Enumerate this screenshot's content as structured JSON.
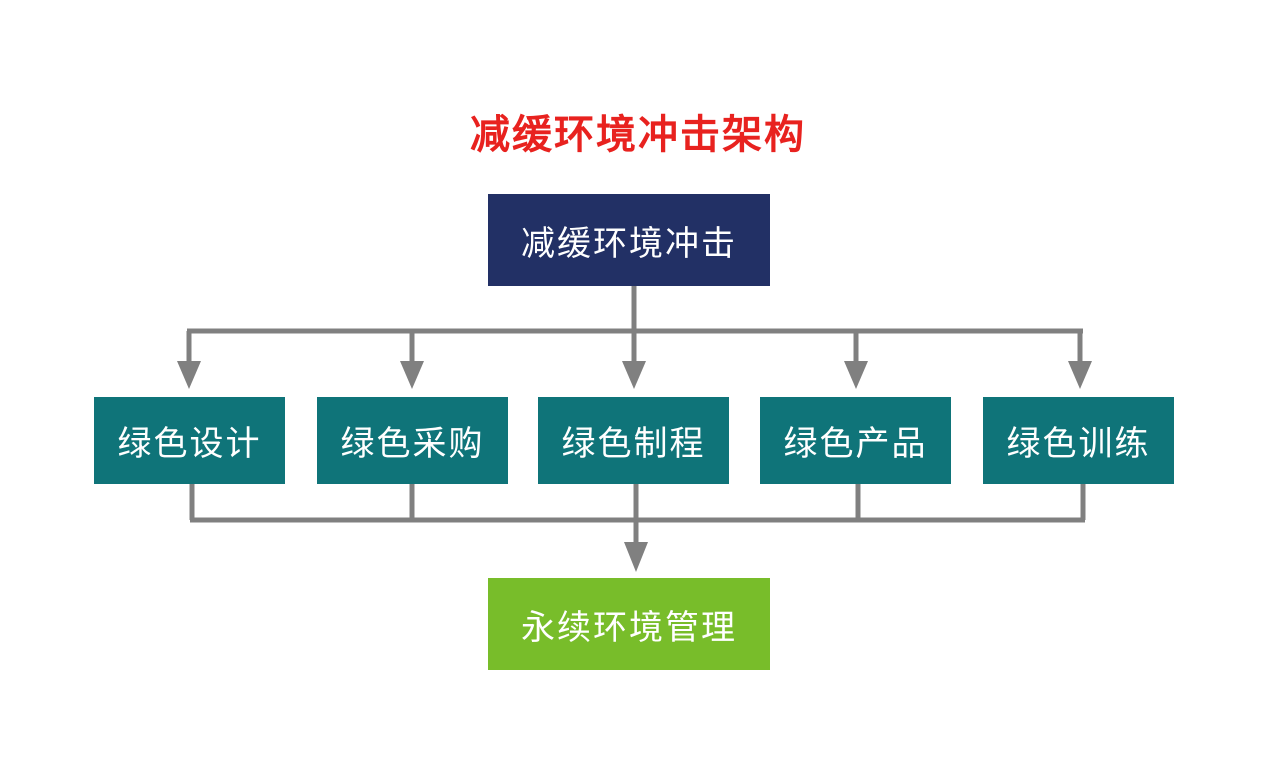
{
  "title": "减缓环境冲击架构",
  "top_node": {
    "label": "减缓环境冲击"
  },
  "middle_nodes": [
    {
      "label": "绿色设计"
    },
    {
      "label": "绿色采购"
    },
    {
      "label": "绿色制程"
    },
    {
      "label": "绿色产品"
    },
    {
      "label": "绿色训练"
    }
  ],
  "bottom_node": {
    "label": "永续环境管理"
  },
  "colors": {
    "title": "#e8221f",
    "top_node": "#223065",
    "middle_nodes": "#0f7479",
    "bottom_node": "#78bd2a",
    "connector": "#808080"
  }
}
